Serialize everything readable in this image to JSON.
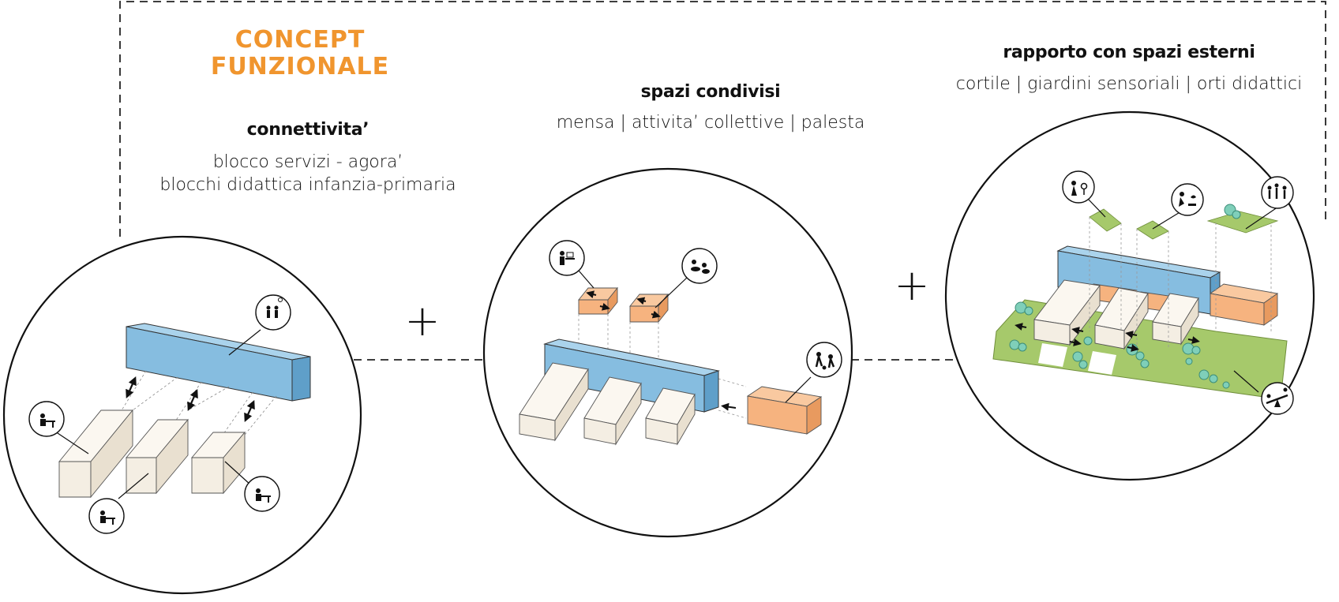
{
  "title": {
    "line1": "CONCEPT",
    "line2": "FUNZIONALE"
  },
  "sections": [
    {
      "heading": "connettivita’",
      "lines": [
        "blocco servizi - agora’",
        "blocchi didattica infanzia-primaria"
      ]
    },
    {
      "heading": "spazi condivisi",
      "lines": [
        "mensa | attivita’ collettive | palesta"
      ]
    },
    {
      "heading": "rapporto con spazi esterni",
      "lines": [
        "cortile | giardini sensoriali | orti didattici"
      ]
    }
  ],
  "connectors": [
    "+",
    "+"
  ],
  "colors": {
    "accent": "#f0952e",
    "services_block": "#86bde0",
    "teaching_block": "#f4eee3",
    "shared_block": "#f6b37f",
    "green_area": "#a6c96b",
    "tree": "#7fcfb9",
    "outline": "#111111"
  },
  "icons": [
    "people-gears-icon",
    "teacher-desk-icon",
    "canteen-icon",
    "group-activity-icon",
    "ball-play-icon",
    "gardening-icon",
    "planting-icon",
    "children-play-icon",
    "seesaw-icon"
  ]
}
